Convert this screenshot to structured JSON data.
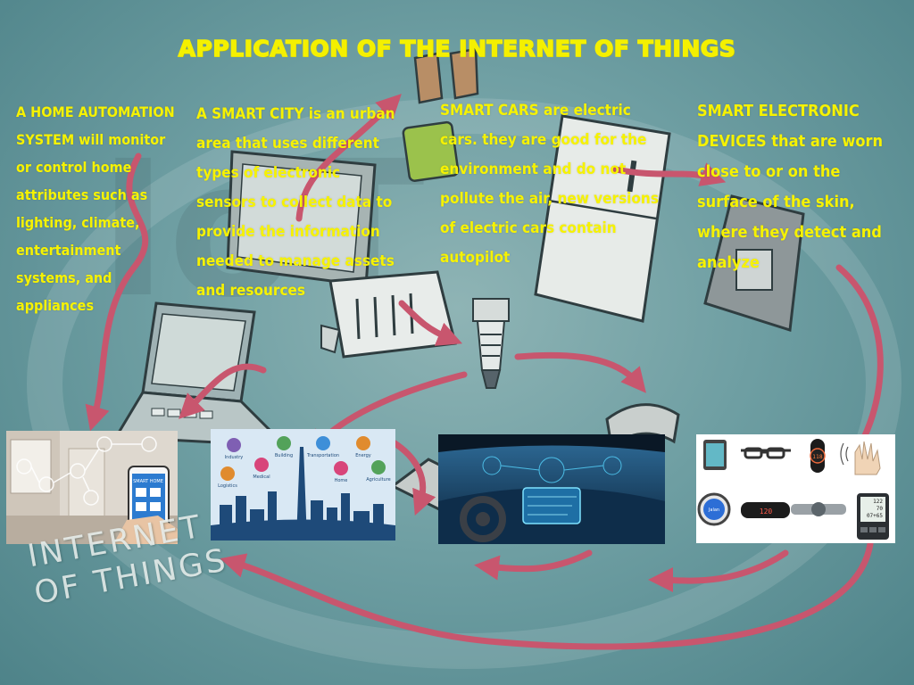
{
  "title": "APPLICATION OF THE INTERNET OF THINGS",
  "columns": {
    "home": "A HOME AUTOMATION SYSTEM will monitor or control home attributes such as lighting, climate, entertainment systems, and appliances",
    "city": "A SMART CITY is an urban area that uses different types of electronic sensors to collect data to provide the information needed to manage assets and resources",
    "cars": "SMART CARS are electric cars. they are good for the environment and do not pollute the air, new versions of electric cars contain autopilot",
    "devices": "SMART ELECTRONIC DEVICES that are worn close to or on the surface of the skin, where they detect and analyze"
  },
  "background_logo": {
    "line1": "INTERNET",
    "line2": "OF THINGS"
  },
  "home_panel": {
    "phone_label": "SMART HOME"
  },
  "city_panel": {
    "icons": [
      "Industry",
      "Building",
      "Transportation",
      "Energy",
      "Medical",
      "Home",
      "Logistics",
      "Agriculture"
    ]
  },
  "devices_panel": {
    "watch_label": "Jalan",
    "band_reading": "120",
    "hr_reading": "118",
    "monitor_values": [
      "122",
      "70",
      "07+65"
    ]
  },
  "colors": {
    "title": "#f4f000",
    "text": "#f6f200",
    "arrow": "#c8566e",
    "navy": "#1e4a79"
  }
}
